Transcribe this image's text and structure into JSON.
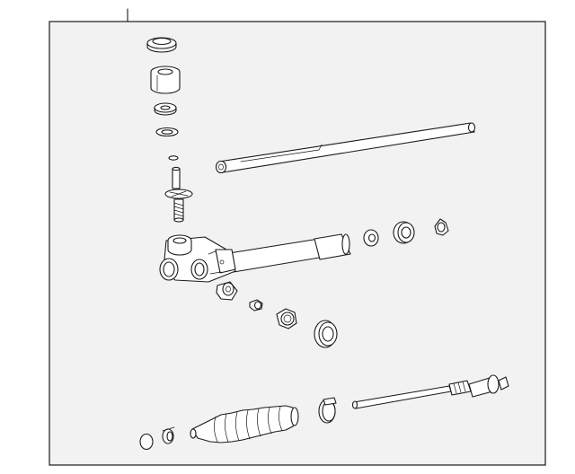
{
  "diagram": {
    "background": "#f2f2f2",
    "border_color": "#1a1a1a",
    "line_color": "#1a1a1a",
    "parts": [
      "dust-cover",
      "adjuster-cup",
      "washer",
      "seal-ring",
      "o-ring",
      "pinion-shaft",
      "rack-bar",
      "steering-gear-housing",
      "bushing",
      "mount-grommet",
      "bleeder-plug",
      "locknut",
      "rack-seal",
      "tie-rod-end-nut",
      "tie-rod-end",
      "boot-clamp",
      "bellows-boot",
      "inner-tie-rod",
      "clip"
    ]
  }
}
